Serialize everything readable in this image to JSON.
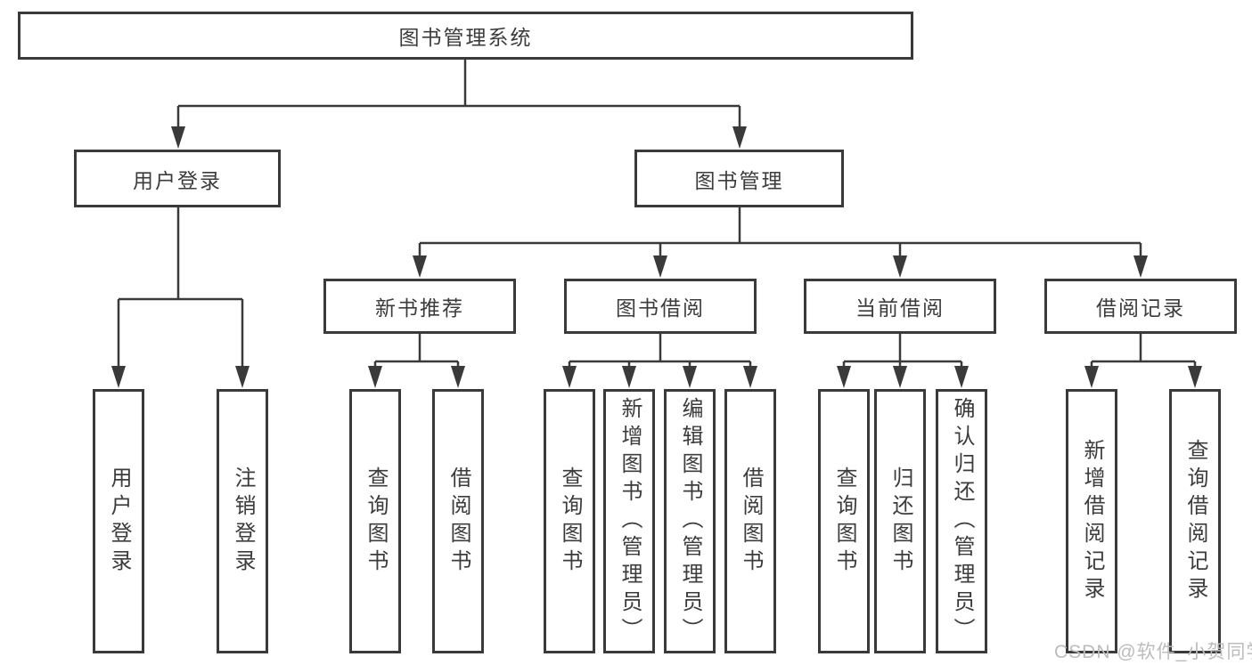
{
  "diagram": {
    "nodes": {
      "root": "图书管理系统",
      "user_login": "用户登录",
      "book_mgmt": "图书管理",
      "new_books": "新书推荐",
      "book_borrow": "图书借阅",
      "current_borrow": "当前借阅",
      "borrow_records": "借阅记录"
    },
    "leaves": {
      "user_login": [
        "用户登录",
        "注销登录"
      ],
      "new_books": [
        "查询图书",
        "借阅图书"
      ],
      "book_borrow": [
        "查询图书",
        "新增图书（管理员）",
        "编辑图书（管理员）",
        "借阅图书"
      ],
      "current_borrow": [
        "查询图书",
        "归还图书",
        "确认归还（管理员）"
      ],
      "borrow_records": [
        "新增借阅记录",
        "查询借阅记录"
      ]
    },
    "colors": {
      "line": "#3a3a3a",
      "text": "#3c3c3c",
      "background": "#ffffff",
      "watermark": "#bcbcbc"
    }
  },
  "watermark": "CSDN @软件_小贺同学"
}
